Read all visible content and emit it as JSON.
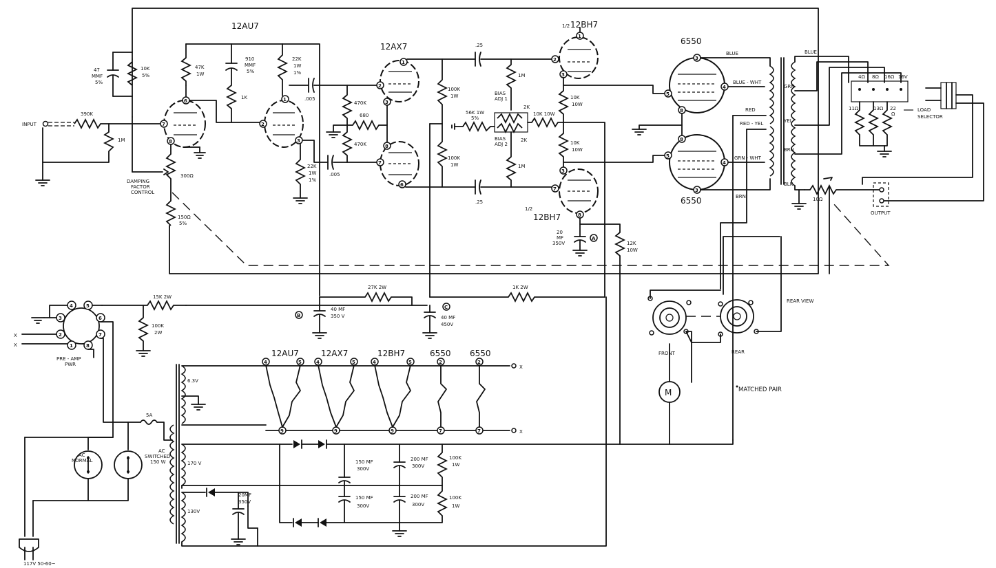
{
  "tubes": {
    "v1": "12AU7",
    "v2": "12AX7",
    "v3_top_fraction": "1/2",
    "v3_top": "12BH7",
    "v3_bot_fraction": "1/2",
    "v3_bot": "12BH7",
    "v4": "6550",
    "v5": "6550"
  },
  "labels": {
    "input": "INPUT",
    "damping": "DAMPING",
    "factor": "FACTOR",
    "control": "CONTROL",
    "load": "LOAD",
    "selector": "SELECTOR",
    "output": "OUTPUT",
    "rear_view": "REAR VIEW",
    "front": "FRONT",
    "rear": "REAR",
    "matched_pair": "MATCHED PAIR",
    "meter": "M",
    "preamp1": "PRE - AMP",
    "preamp2": "PWR",
    "ac_normal1": "AC",
    "ac_normal2": "NORMAL",
    "ac_sw1": "AC",
    "ac_sw2": "SWITCHED",
    "ac_sw3": "150 W",
    "mains": "117V 50-60~",
    "x_top": "X",
    "x_bot": "X",
    "x_heater_top": "X",
    "x_heater_bot": "X",
    "gnd_mark_a": "A",
    "gnd_mark_b": "B",
    "gnd_mark_c": "C"
  },
  "wire_colors": {
    "blue": "BLUE",
    "blue_wht": "BLUE - WHT",
    "red": "RED",
    "red_yel": "RED - YEL",
    "grn_wht": "GRN - WHT",
    "brn": "BRN",
    "blue2": "BLUE",
    "grn": "GRN",
    "yel": "YEL",
    "brn2": "BRN",
    "blk": "BLK"
  },
  "components": {
    "r_input": "390K",
    "r_1m_in": "1M",
    "c_47": "47",
    "c_47b": "MMF",
    "c_47c": "5%",
    "r_10k5": "10K",
    "r_10k5b": "5%",
    "r_47k1": "47K",
    "r_47k1b": "1W",
    "c_910a": "910",
    "c_910b": "MMF",
    "c_910c": "5%",
    "r_1k": "1K",
    "r_22k1a": "22K",
    "r_22k1b": "1W",
    "r_22k1c": "1%",
    "r_300": "300Ω",
    "r_150": "150Ω",
    "r_150b": "5%",
    "c_005a": ".005",
    "c_005b": ".005",
    "r_22k2a": "22K",
    "r_22k2b": "1W",
    "r_22k2c": "1%",
    "r_470a": "470K",
    "r_680": "680",
    "r_470b": "470K",
    "r_100ka": "100K",
    "r_100ka2": "1W",
    "r_100kb": "100K",
    "r_100kb2": "1W",
    "c_25a": ".25",
    "c_25b": ".25",
    "r_1ma": "1M",
    "r_1mb": "1M",
    "bias1a": "BIAS",
    "bias1b": "ADJ 1",
    "bias2a": "BIAS",
    "bias2b": "ADJ 2",
    "r_2ka": "2K",
    "r_2kb": "2K",
    "r_56k": "56K 1W",
    "r_56kb": "5%",
    "r_10k10": "10K 10W",
    "r_10k10a": "10K",
    "r_10k10a2": "10W",
    "r_10k10b": "10K",
    "r_10k10b2": "10W",
    "c_20a": "20",
    "c_20b": "MF",
    "c_20c": "350V",
    "r_12k": "12K",
    "r_12kb": "10W",
    "r_15k": "15K 2W",
    "r_100k2": "100K",
    "r_100k2b": "2W",
    "r_27k": "27K 2W",
    "c_40a1": "40 MF",
    "c_40a2": "350 V",
    "c_40b1": "40 MF",
    "c_40b2": "450V",
    "r_1k2w": "1K 2W",
    "tap_4": "4Ω",
    "tap_8": "8Ω",
    "tap_16": "16Ω",
    "tap_ll": "16V",
    "r_11": "11Ω",
    "r_13": "13Ω",
    "r_22": "22",
    "r_22b": "Ω",
    "r_10out": "10Ω",
    "v63": "6.3V",
    "v170": "170 V",
    "v130": "130V",
    "c_150a1": "150 MF",
    "c_150a2": "300V",
    "c_150b1": "150 MF",
    "c_150b2": "300V",
    "c_200a1": "200 MF",
    "c_200a2": "300V",
    "c_200b1": "200 MF",
    "c_200b2": "300V",
    "r_100k3a": "100K",
    "r_100k3a2": "1W",
    "r_100k3b": "100K",
    "r_100k3b2": "1W",
    "c_20d1": "20MF",
    "c_20d2": "350V",
    "fuse": "5A"
  },
  "heaters": [
    "12AU7",
    "12AX7",
    "12BH7",
    "6550",
    "6550"
  ]
}
